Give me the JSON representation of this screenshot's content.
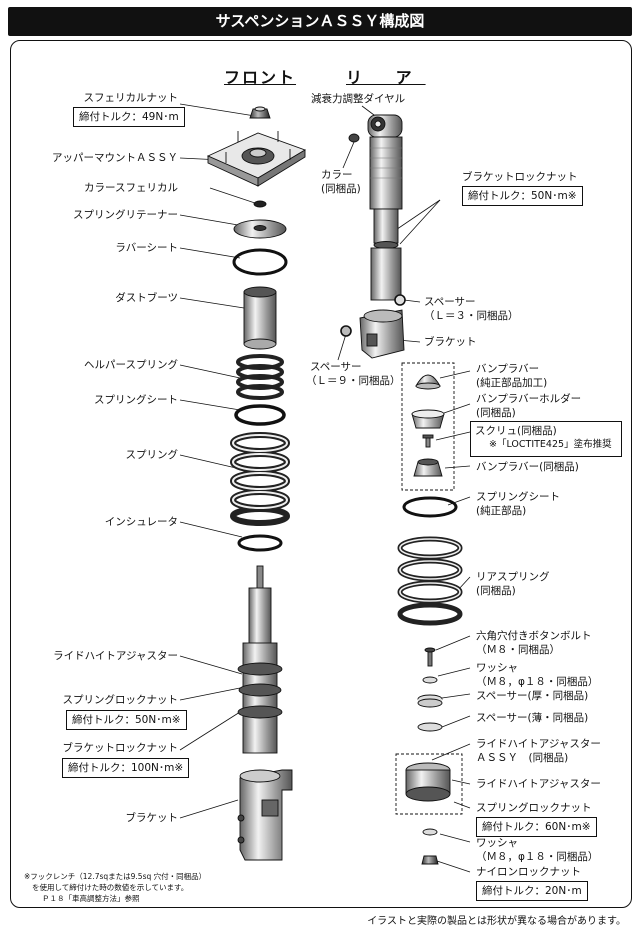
{
  "title": "サスペンションＡＳＳＹ構成図",
  "front_heading": "フロント",
  "rear_heading": "リ ア",
  "front": {
    "spherical_nut": "スフェリカルナット",
    "spherical_nut_torque": "締付トルク：49N･m",
    "upper_mount": "アッパーマウントＡＳＳＹ",
    "collar_spherical": "カラースフェリカル",
    "spring_retainer": "スプリングリテーナー",
    "rubber_seat": "ラバーシート",
    "dust_boot": "ダストブーツ",
    "helper_spring": "ヘルパースプリング",
    "spring_seat": "スプリングシート",
    "spring": "スプリング",
    "insulator": "インシュレータ",
    "ride_height_adjuster": "ライドハイトアジャスター",
    "spring_lock_nut": "スプリングロックナット",
    "spring_lock_nut_torque": "締付トルク：50N･m※",
    "bracket_lock_nut": "ブラケットロックナット",
    "bracket_lock_nut_torque": "締付トルク：100N･m※",
    "bracket": "ブラケット"
  },
  "rear": {
    "damping_dial": "減衰力調整ダイヤル",
    "collar": "カラー",
    "collar_note": "(同梱品)",
    "bracket_lock_nut": "ブラケットロックナット",
    "bracket_lock_nut_torque": "締付トルク：50N･m※",
    "spacer1": "スペーサー",
    "spacer1_note": "（Ｌ＝３・同梱品）",
    "bracket": "ブラケット",
    "spacer2": "スペーサー",
    "spacer2_note": "（Ｌ＝９・同梱品）",
    "bump_rubber": "バンプラバー",
    "bump_rubber_note": "(純正部品加工)",
    "bump_holder": "バンプラバーホルダー",
    "bump_holder_note": "(同梱品)",
    "screw": "スクリュ(同梱品)",
    "screw_note": "※「LOCTITE425」塗布推奨",
    "bump_rubber2": "バンプラバー(同梱品)",
    "spring_seat": "スプリングシート",
    "spring_seat_note": "(純正部品)",
    "rear_spring": "リアスプリング",
    "rear_spring_note": "(同梱品)",
    "bolt": "六角穴付きボタンボルト",
    "bolt_note": "（Ｍ８・同梱品）",
    "washer1": "ワッシャ",
    "washer1_note": "（Ｍ８，φ１８・同梱品）",
    "spacer_thick": "スペーサー(厚・同梱品)",
    "spacer_thin": "スペーサー(薄・同梱品)",
    "rha_assy": "ライドハイトアジャスター",
    "rha_assy2": "ＡＳＳＹ　(同梱品)",
    "rha": "ライドハイトアジャスター",
    "spring_lock_nut": "スプリングロックナット",
    "spring_lock_nut_torque": "締付トルク：60N･m※",
    "washer2": "ワッシャ",
    "washer2_note": "（Ｍ８，φ１８・同梱品）",
    "nylon_nut": "ナイロンロックナット",
    "nylon_nut_torque": "締付トルク：20N･m"
  },
  "footnote": {
    "line1": "※フックレンチ（12.7sqまたは9.5sq 穴付・同梱品）",
    "line2": "を使用して締付けた時の数値を示しています。",
    "line3": "Ｐ１８「車高調整方法」参照"
  },
  "footer": "イラストと実際の製品とは形状が異なる場合があります。"
}
